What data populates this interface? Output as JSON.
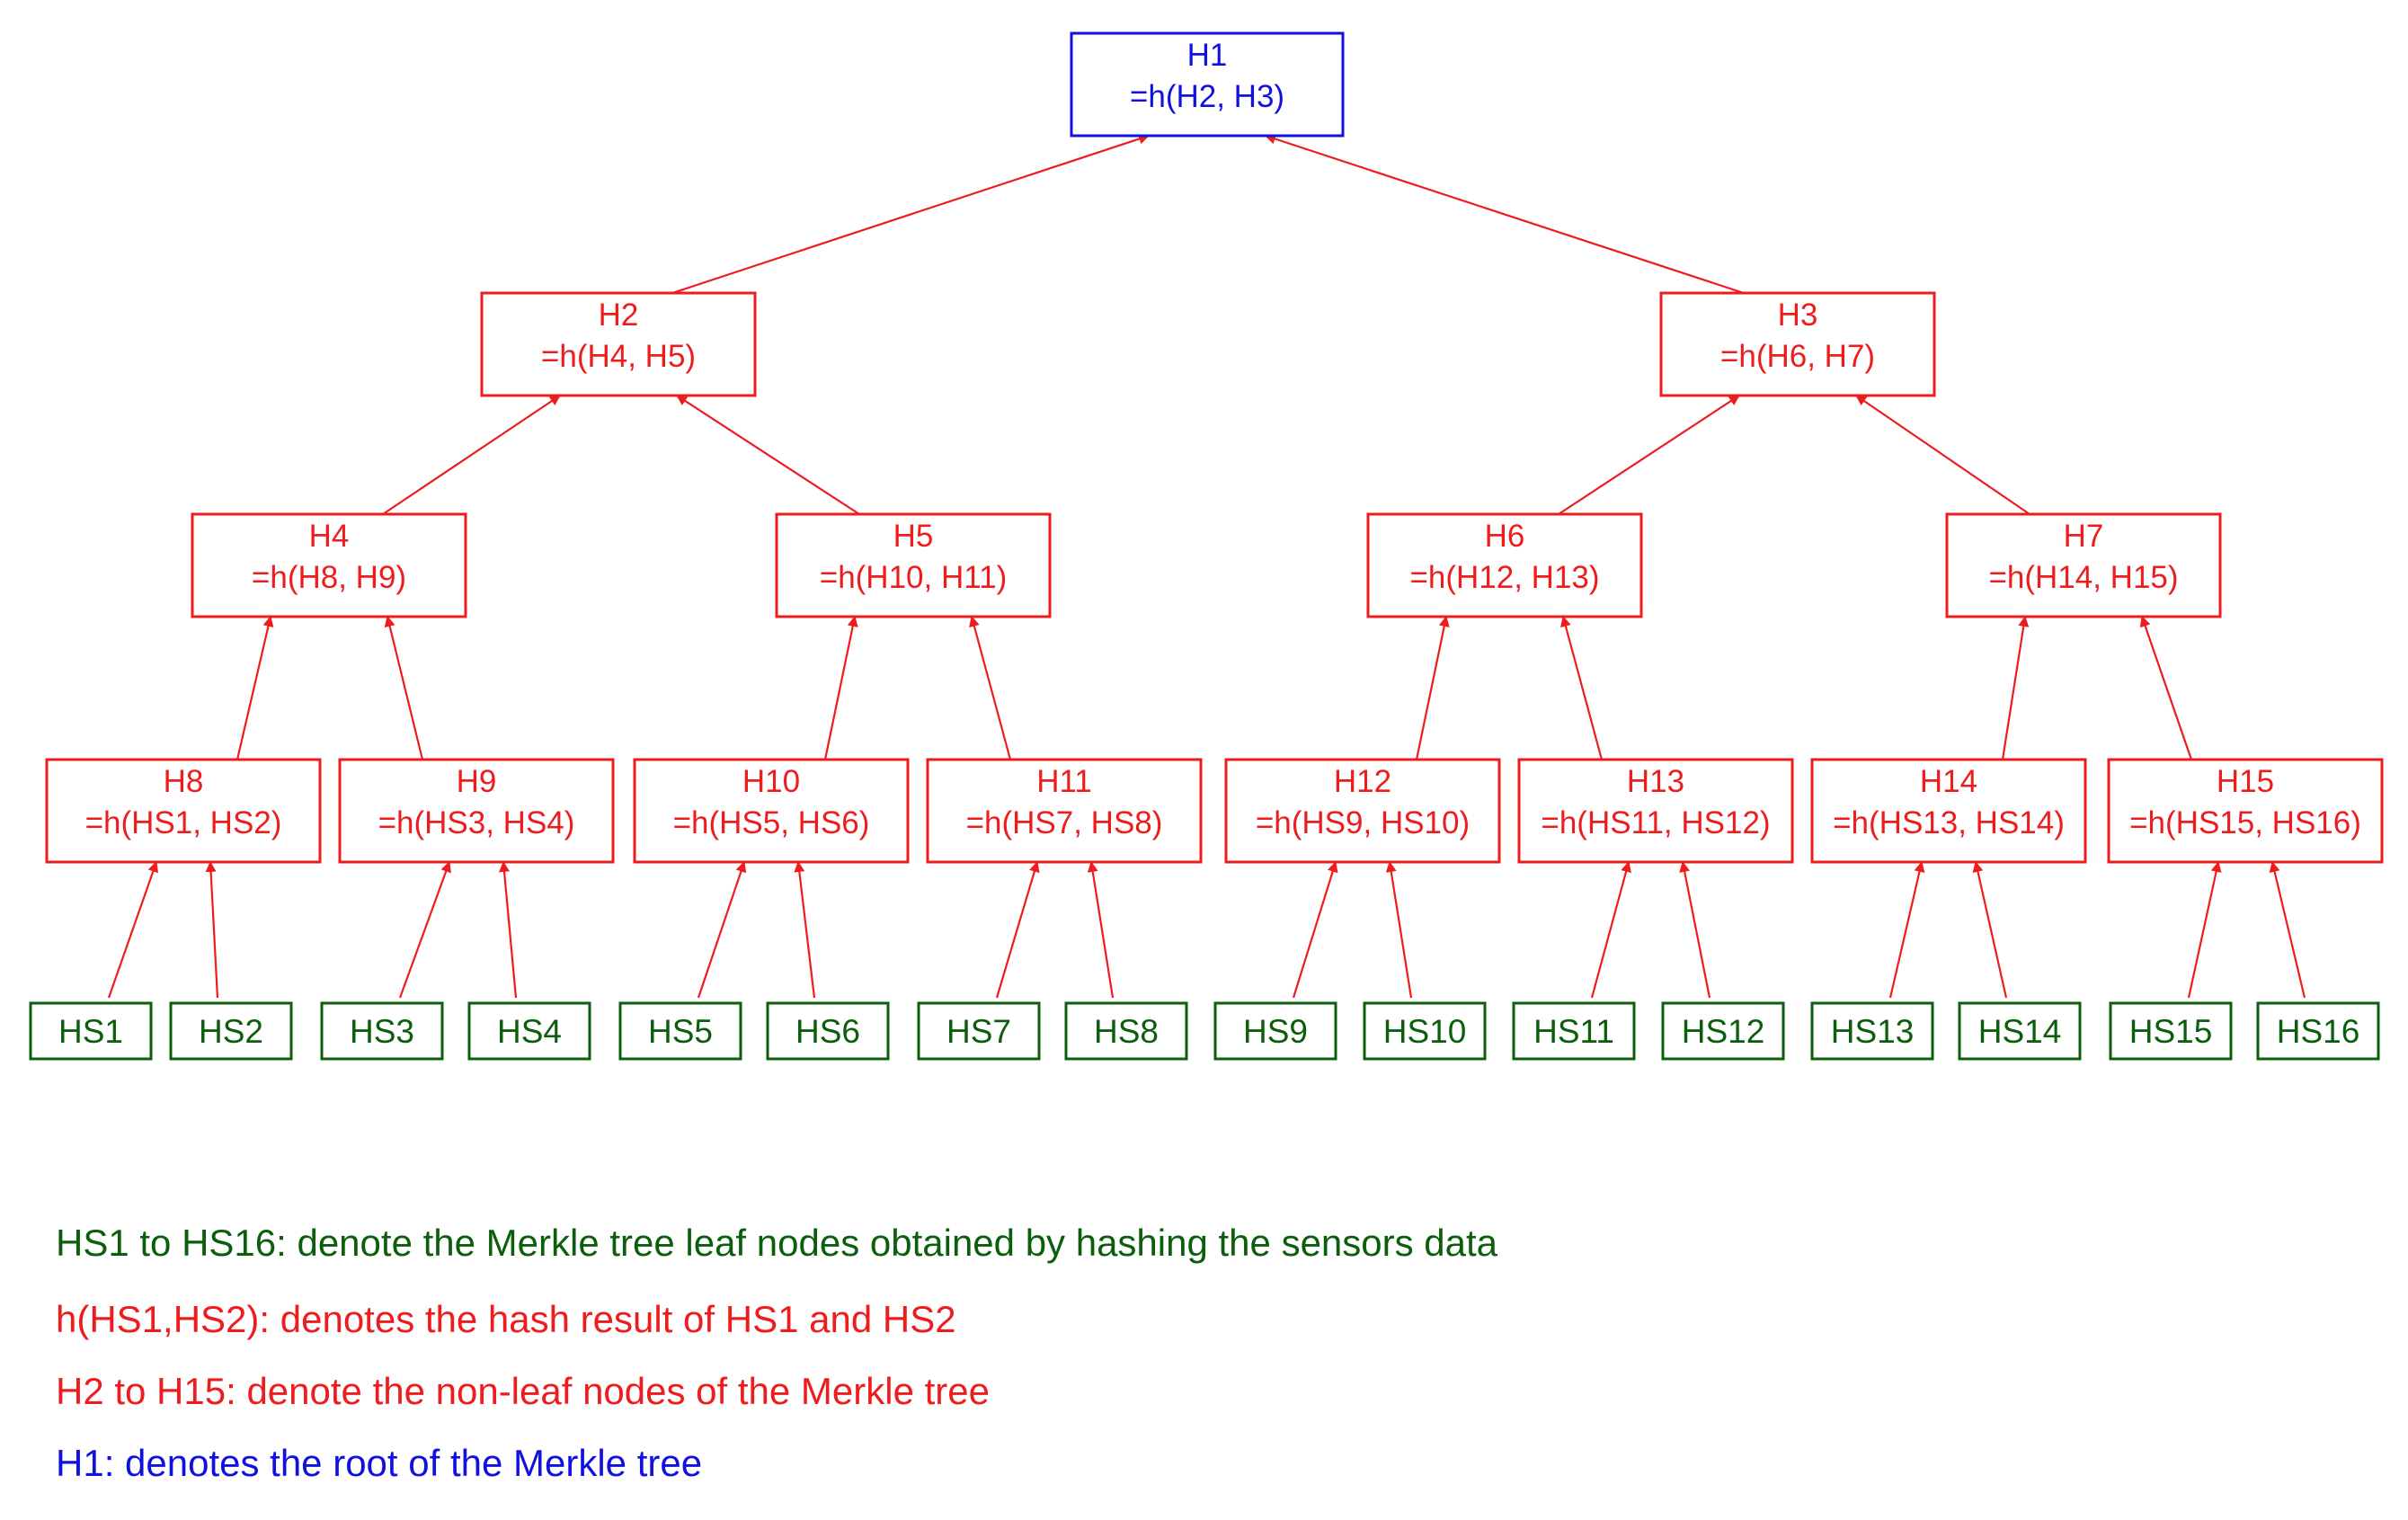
{
  "colors": {
    "root": "#1010e0",
    "internal": "#ee1c1c",
    "leaf": "#0b5e0b"
  },
  "root": {
    "name": "H1",
    "formula": "=h(H2, H3)"
  },
  "level1": [
    {
      "name": "H2",
      "formula": "=h(H4, H5)"
    },
    {
      "name": "H3",
      "formula": "=h(H6, H7)"
    }
  ],
  "level2": [
    {
      "name": "H4",
      "formula": "=h(H8, H9)"
    },
    {
      "name": "H5",
      "formula": "=h(H10, H11)"
    },
    {
      "name": "H6",
      "formula": "=h(H12, H13)"
    },
    {
      "name": "H7",
      "formula": "=h(H14, H15)"
    }
  ],
  "level3": [
    {
      "name": "H8",
      "formula": "=h(HS1, HS2)"
    },
    {
      "name": "H9",
      "formula": "=h(HS3, HS4)"
    },
    {
      "name": "H10",
      "formula": "=h(HS5, HS6)"
    },
    {
      "name": "H11",
      "formula": "=h(HS7, HS8)"
    },
    {
      "name": "H12",
      "formula": "=h(HS9, HS10)"
    },
    {
      "name": "H13",
      "formula": "=h(HS11, HS12)"
    },
    {
      "name": "H14",
      "formula": "=h(HS13, HS14)"
    },
    {
      "name": "H15",
      "formula": "=h(HS15, HS16)"
    }
  ],
  "leaves": [
    "HS1",
    "HS2",
    "HS3",
    "HS4",
    "HS5",
    "HS6",
    "HS7",
    "HS8",
    "HS9",
    "HS10",
    "HS11",
    "HS12",
    "HS13",
    "HS14",
    "HS15",
    "HS16"
  ],
  "legend": {
    "leaf_note": "HS1 to HS16: denote the Merkle tree leaf nodes obtained by hashing the sensors data",
    "hash_note": "h(HS1,HS2): denotes the hash result of HS1 and HS2",
    "nonleaf_note": "H2 to H15: denote the non-leaf nodes of the Merkle tree",
    "root_note": "H1: denotes the root of the Merkle tree"
  }
}
